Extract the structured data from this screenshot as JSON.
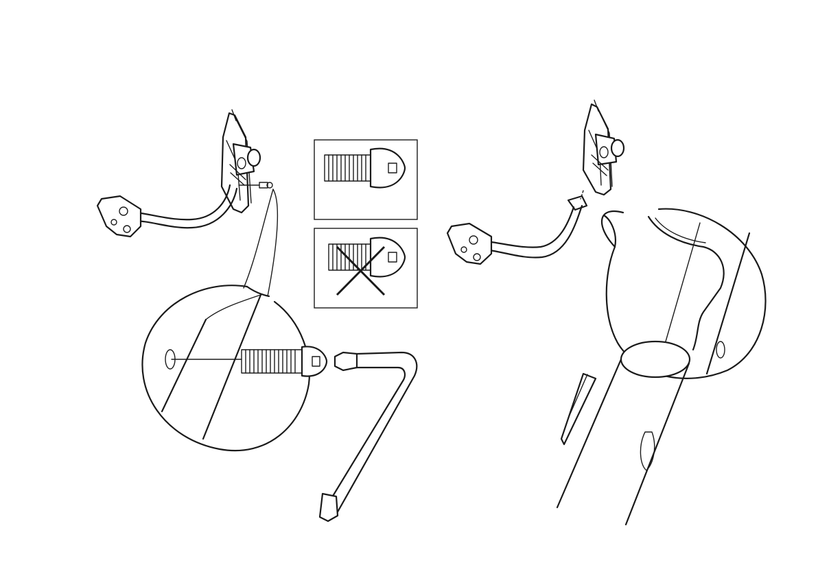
{
  "diagram": {
    "steps": [
      {
        "panel": "left",
        "parts": [
          "mounting-bracket",
          "arm",
          "screw",
          "hex-key"
        ],
        "detail": "zoom-circle"
      },
      {
        "panel": "right",
        "parts": [
          "mounting-bracket",
          "arm",
          "tube"
        ],
        "detail": "zoom-circle"
      }
    ],
    "screw_options": [
      {
        "state": "correct",
        "mark": ""
      },
      {
        "state": "incorrect",
        "mark": "cross"
      }
    ],
    "colors": {
      "line": "#1a1a1a",
      "background": "#ffffff"
    }
  }
}
